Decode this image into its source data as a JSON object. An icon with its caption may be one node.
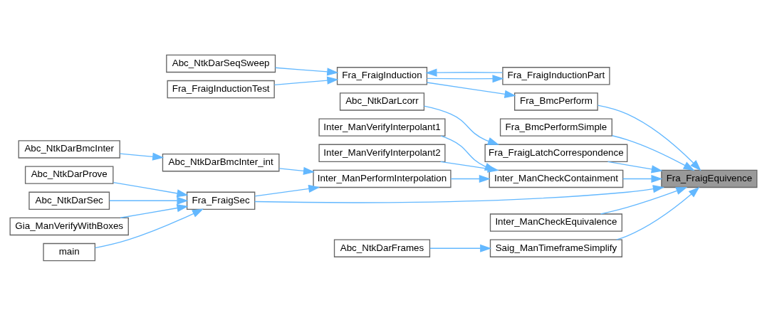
{
  "diagram": {
    "nodes": [
      {
        "text": [
          "Abc_NtkDarSeqSweep"
        ]
      },
      {
        "text": [
          "Fra_FraigInductionPart"
        ]
      },
      {
        "text": [
          "Fra_FraigInductionTest"
        ]
      },
      {
        "text": [
          "Fra_FraigInduction"
        ]
      },
      {
        "text": [
          "Fra_BmcPerform"
        ]
      },
      {
        "text": [
          "Fra_BmcPerformSimple"
        ]
      },
      {
        "text": [
          "Abc_NtkDarLcorr"
        ]
      },
      {
        "text": [
          "Fra_FraigLatchCorrespondence"
        ]
      },
      {
        "text": [
          "Abc_NtkDarProve"
        ]
      },
      {
        "text": [
          "Abc_NtkDarSec"
        ]
      },
      {
        "text": [
          "Gia_ManVerifyWithBoxes"
        ]
      },
      {
        "text": [
          "main"
        ]
      },
      {
        "text": [
          "Fra_FraigSec"
        ]
      },
      {
        "text": [
          "Fra_FraigEquivence"
        ]
      },
      {
        "text": [
          "Abc_NtkDarBmcInter"
        ]
      },
      {
        "text": [
          "Abc_NtkDarBmcInter_int"
        ]
      },
      {
        "text": [
          "Inter_ManPerformInterpolation"
        ]
      },
      {
        "text": [
          "Inter_ManCheckContainment"
        ]
      },
      {
        "text": [
          "Inter_ManVerifyInterpolant1"
        ]
      },
      {
        "text": [
          "Inter_ManVerifyInterpolant2"
        ]
      },
      {
        "text": [
          "Inter_ManCheckEquivalence"
        ]
      },
      {
        "text": [
          "Abc_NtkDarFrames"
        ]
      },
      {
        "text": [
          "Saig_ManTimeframeSimplify"
        ]
      }
    ],
    "edges": [
      {
        "from": 0,
        "to": 3,
        "arrow": "to"
      },
      {
        "from": 1,
        "to": 3,
        "arrow": "to"
      },
      {
        "from": 3,
        "to": 1,
        "arrow": "to"
      },
      {
        "from": 2,
        "to": 3,
        "arrow": "to"
      },
      {
        "from": 3,
        "to": 4,
        "arrow": "to"
      },
      {
        "from": 4,
        "to": 13,
        "arrow": "to"
      },
      {
        "from": 5,
        "to": 13,
        "arrow": "to"
      },
      {
        "from": 6,
        "to": 7,
        "arrow": "to"
      },
      {
        "from": 7,
        "to": 13,
        "arrow": "to"
      },
      {
        "from": 8,
        "to": 12,
        "arrow": "to"
      },
      {
        "from": 9,
        "to": 12,
        "arrow": "to"
      },
      {
        "from": 10,
        "to": 12,
        "arrow": "to"
      },
      {
        "from": 11,
        "to": 12,
        "arrow": "to"
      },
      {
        "from": 12,
        "to": 13,
        "arrow": "to"
      },
      {
        "from": 12,
        "to": 16,
        "arrow": "to"
      },
      {
        "from": 15,
        "to": 16,
        "arrow": "to"
      },
      {
        "from": 14,
        "to": 15,
        "arrow": "to"
      },
      {
        "from": 16,
        "to": 17,
        "arrow": "to"
      },
      {
        "from": 18,
        "to": 17,
        "arrow": "to"
      },
      {
        "from": 19,
        "to": 17,
        "arrow": "to"
      },
      {
        "from": 17,
        "to": 13,
        "arrow": "to"
      },
      {
        "from": 20,
        "to": 13,
        "arrow": "to"
      },
      {
        "from": 21,
        "to": 22,
        "arrow": "to"
      },
      {
        "from": 22,
        "to": 13,
        "arrow": "to"
      }
    ]
  }
}
